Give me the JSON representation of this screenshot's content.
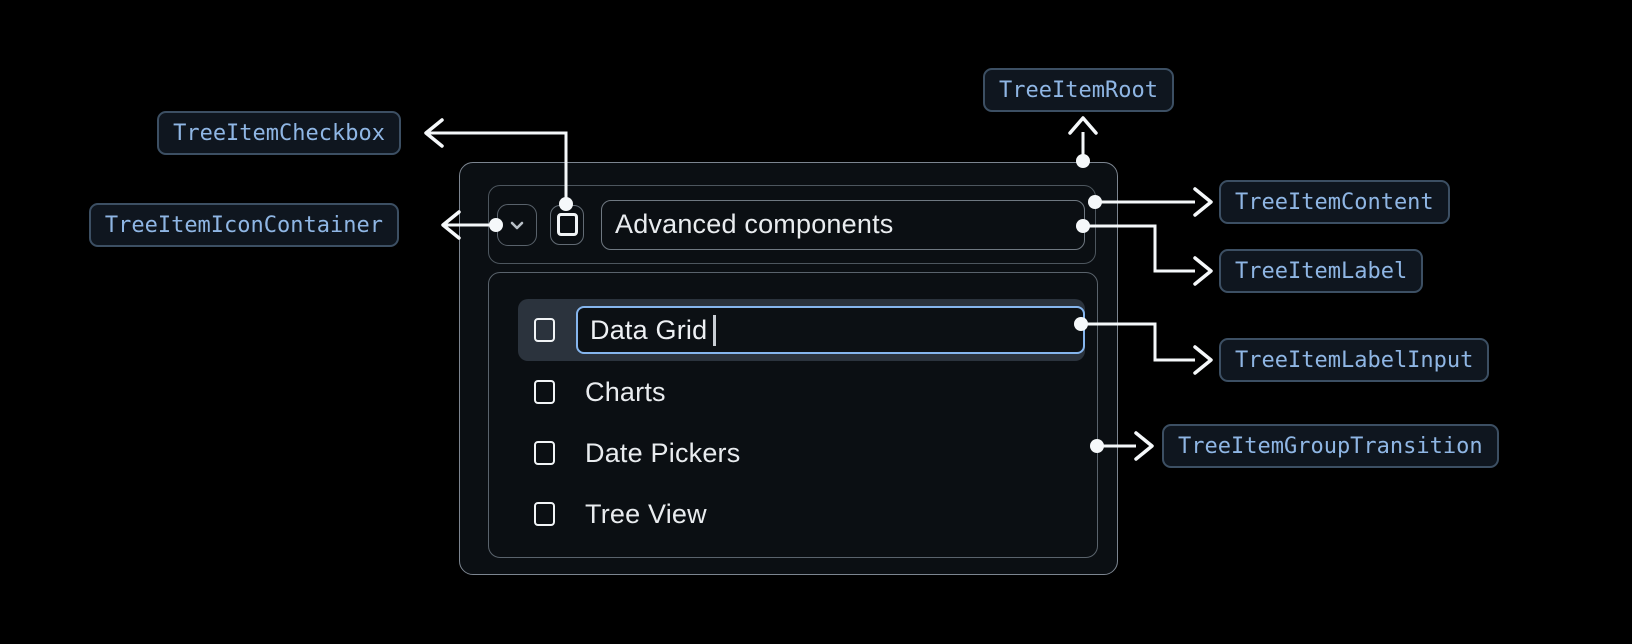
{
  "diagram": {
    "annotations": {
      "root": "TreeItemRoot",
      "content": "TreeItemContent",
      "icon_container": "TreeItemIconContainer",
      "checkbox": "TreeItemCheckbox",
      "label": "TreeItemLabel",
      "label_input": "TreeItemLabelInput",
      "group_transition": "TreeItemGroupTransition"
    },
    "colors": {
      "page_background": "#000000",
      "annotation_text": "#8fb6e4",
      "annotation_border": "#3c4f63",
      "annotation_background": "#0f161f",
      "connector": "#f5f8fa",
      "root_border": "#7c8590",
      "inner_border": "#59626b",
      "selected_row_background": "#2b333d",
      "input_focus_border": "#85b5ed",
      "item_text": "#e9ecef"
    }
  },
  "tree": {
    "parent": {
      "label": "Advanced components",
      "expanded": true,
      "checked": false
    },
    "children": [
      {
        "label": "Data Grid",
        "state": "editing",
        "input_value": "Data Grid",
        "checked": false
      },
      {
        "label": "Charts",
        "checked": false
      },
      {
        "label": "Date Pickers",
        "checked": false
      },
      {
        "label": "Tree View",
        "checked": false
      }
    ]
  }
}
